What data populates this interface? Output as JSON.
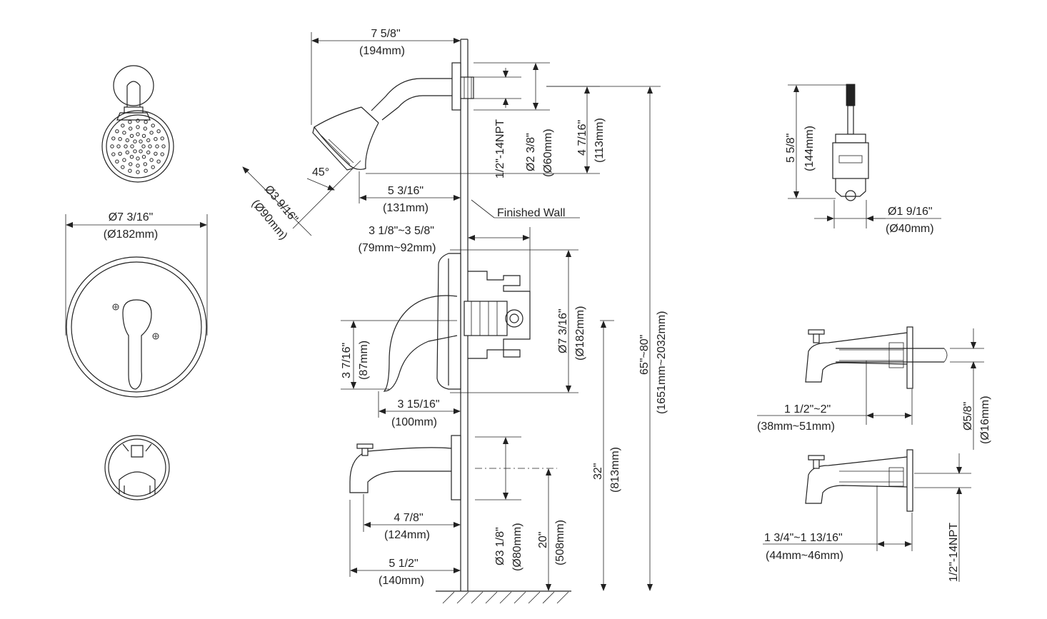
{
  "colors": {
    "line": "#222222",
    "background": "#ffffff"
  },
  "dims": {
    "shower_arm_length": "7 5/8\"",
    "shower_arm_length_mm": "(194mm)",
    "flange_dia": "Ø7 3/16\"",
    "flange_dia_mm": "(Ø182mm)",
    "head_dia": "Ø3 9/16\"",
    "head_dia_mm": "(Ø90mm)",
    "angle": "45°",
    "npt_top": "1/2\"-14NPT",
    "arm_flange_dia": "Ø2 3/8\"",
    "arm_flange_dia_mm": "(Ø60mm)",
    "head_drop": "4 7/16\"",
    "head_drop_mm": "(113mm)",
    "head_proj": "5 3/16\"",
    "head_proj_mm": "(131mm)",
    "finished_wall": "Finished Wall",
    "valve_depth": "3 1/8\"~3 5/8\"",
    "valve_depth_mm": "(79mm~92mm)",
    "trim_dia": "Ø7 3/16\"",
    "trim_dia_mm": "(Ø182mm)",
    "handle_height": "3 7/16\"",
    "handle_height_mm": "(87mm)",
    "handle_proj": "3 15/16\"",
    "handle_proj_mm": "(100mm)",
    "total_height": "65\"~80\"",
    "total_height_mm": "(1651mm~2032mm)",
    "valve_height": "32\"",
    "valve_height_mm": "(813mm)",
    "spout_height": "20\"",
    "spout_height_mm": "(508mm)",
    "spout_flange_dia": "Ø3 1/8\"",
    "spout_flange_dia_mm": "(Ø80mm)",
    "spout_reach": "4 7/8\"",
    "spout_reach_mm": "(124mm)",
    "spout_length": "5 1/2\"",
    "spout_length_mm": "(140mm)",
    "cartridge_height": "5 5/8\"",
    "cartridge_height_mm": "(144mm)",
    "cartridge_dia": "Ø1 9/16\"",
    "cartridge_dia_mm": "(Ø40mm)",
    "pipe_insert": "1 1/2\"~2\"",
    "pipe_insert_mm": "(38mm~51mm)",
    "pipe_dia": "Ø5/8\"",
    "pipe_dia_mm": "(Ø16mm)",
    "thread_insert": "1 3/4\"~1 13/16\"",
    "thread_insert_mm": "(44mm~46mm)",
    "npt_bottom": "1/2\"-14NPT"
  }
}
